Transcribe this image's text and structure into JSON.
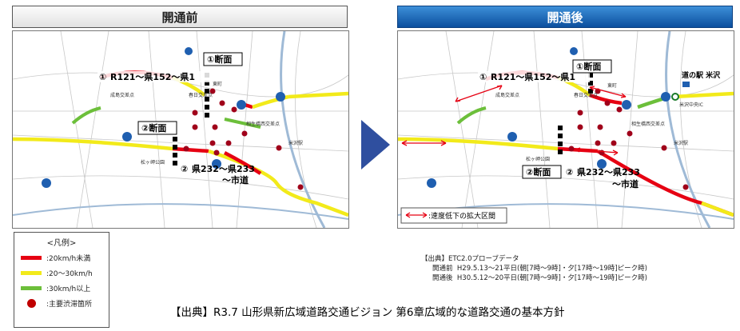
{
  "before": {
    "header": "開通前",
    "section1_label": "①断面",
    "section2_label": "②断面",
    "route1_label": "R121～県152～県1",
    "route2_label": "県232～県233",
    "route2_sub": "～市道",
    "route1_num": "①",
    "route2_num": "②",
    "places": [
      "成島交差点",
      "春日交差点",
      "東町",
      "相生橋西交差点",
      "米沢駅",
      "松ヶ岬公園"
    ]
  },
  "after": {
    "header": "開通後",
    "section1_label": "①断面",
    "section2_label": "②断面",
    "route1_label": "R121～県152～県1",
    "route2_label": "県232～県233",
    "route2_sub": "～市道",
    "route1_num": "①",
    "route2_num": "②",
    "station_label": "道の駅 米沢",
    "ic_label": "米沢中央IC",
    "arrow_legend": ":速度低下の拡大区間",
    "places": [
      "成島交差点",
      "春日交差点",
      "東町",
      "相生橋西交差点",
      "米沢駅",
      "松ヶ岬公園"
    ]
  },
  "legend": {
    "title": "<凡例>",
    "items": [
      {
        "label": ":20km/h未満",
        "color": "#e60012"
      },
      {
        "label": ":20～30km/h",
        "color": "#f2ea1a"
      },
      {
        "label": ":30km/h以上",
        "color": "#6cbf3a"
      },
      {
        "label": ":主要渋滞箇所",
        "color": "#c00000"
      }
    ]
  },
  "source": {
    "line1": "【出典】ETC2.0プローブデータ",
    "line2": "開通前  H29.5.13～21平日(朝[7時～9時]・夕[17時～19時]ピーク時)",
    "line3": "開通後  H30.5.12～20平日(朝[7時～9時]・夕[17時～19時]ピーク時)"
  },
  "footer": "【出典】R3.7  山形県新広域道路交通ビジョン  第6章広域的な道路交通の基本方針"
}
